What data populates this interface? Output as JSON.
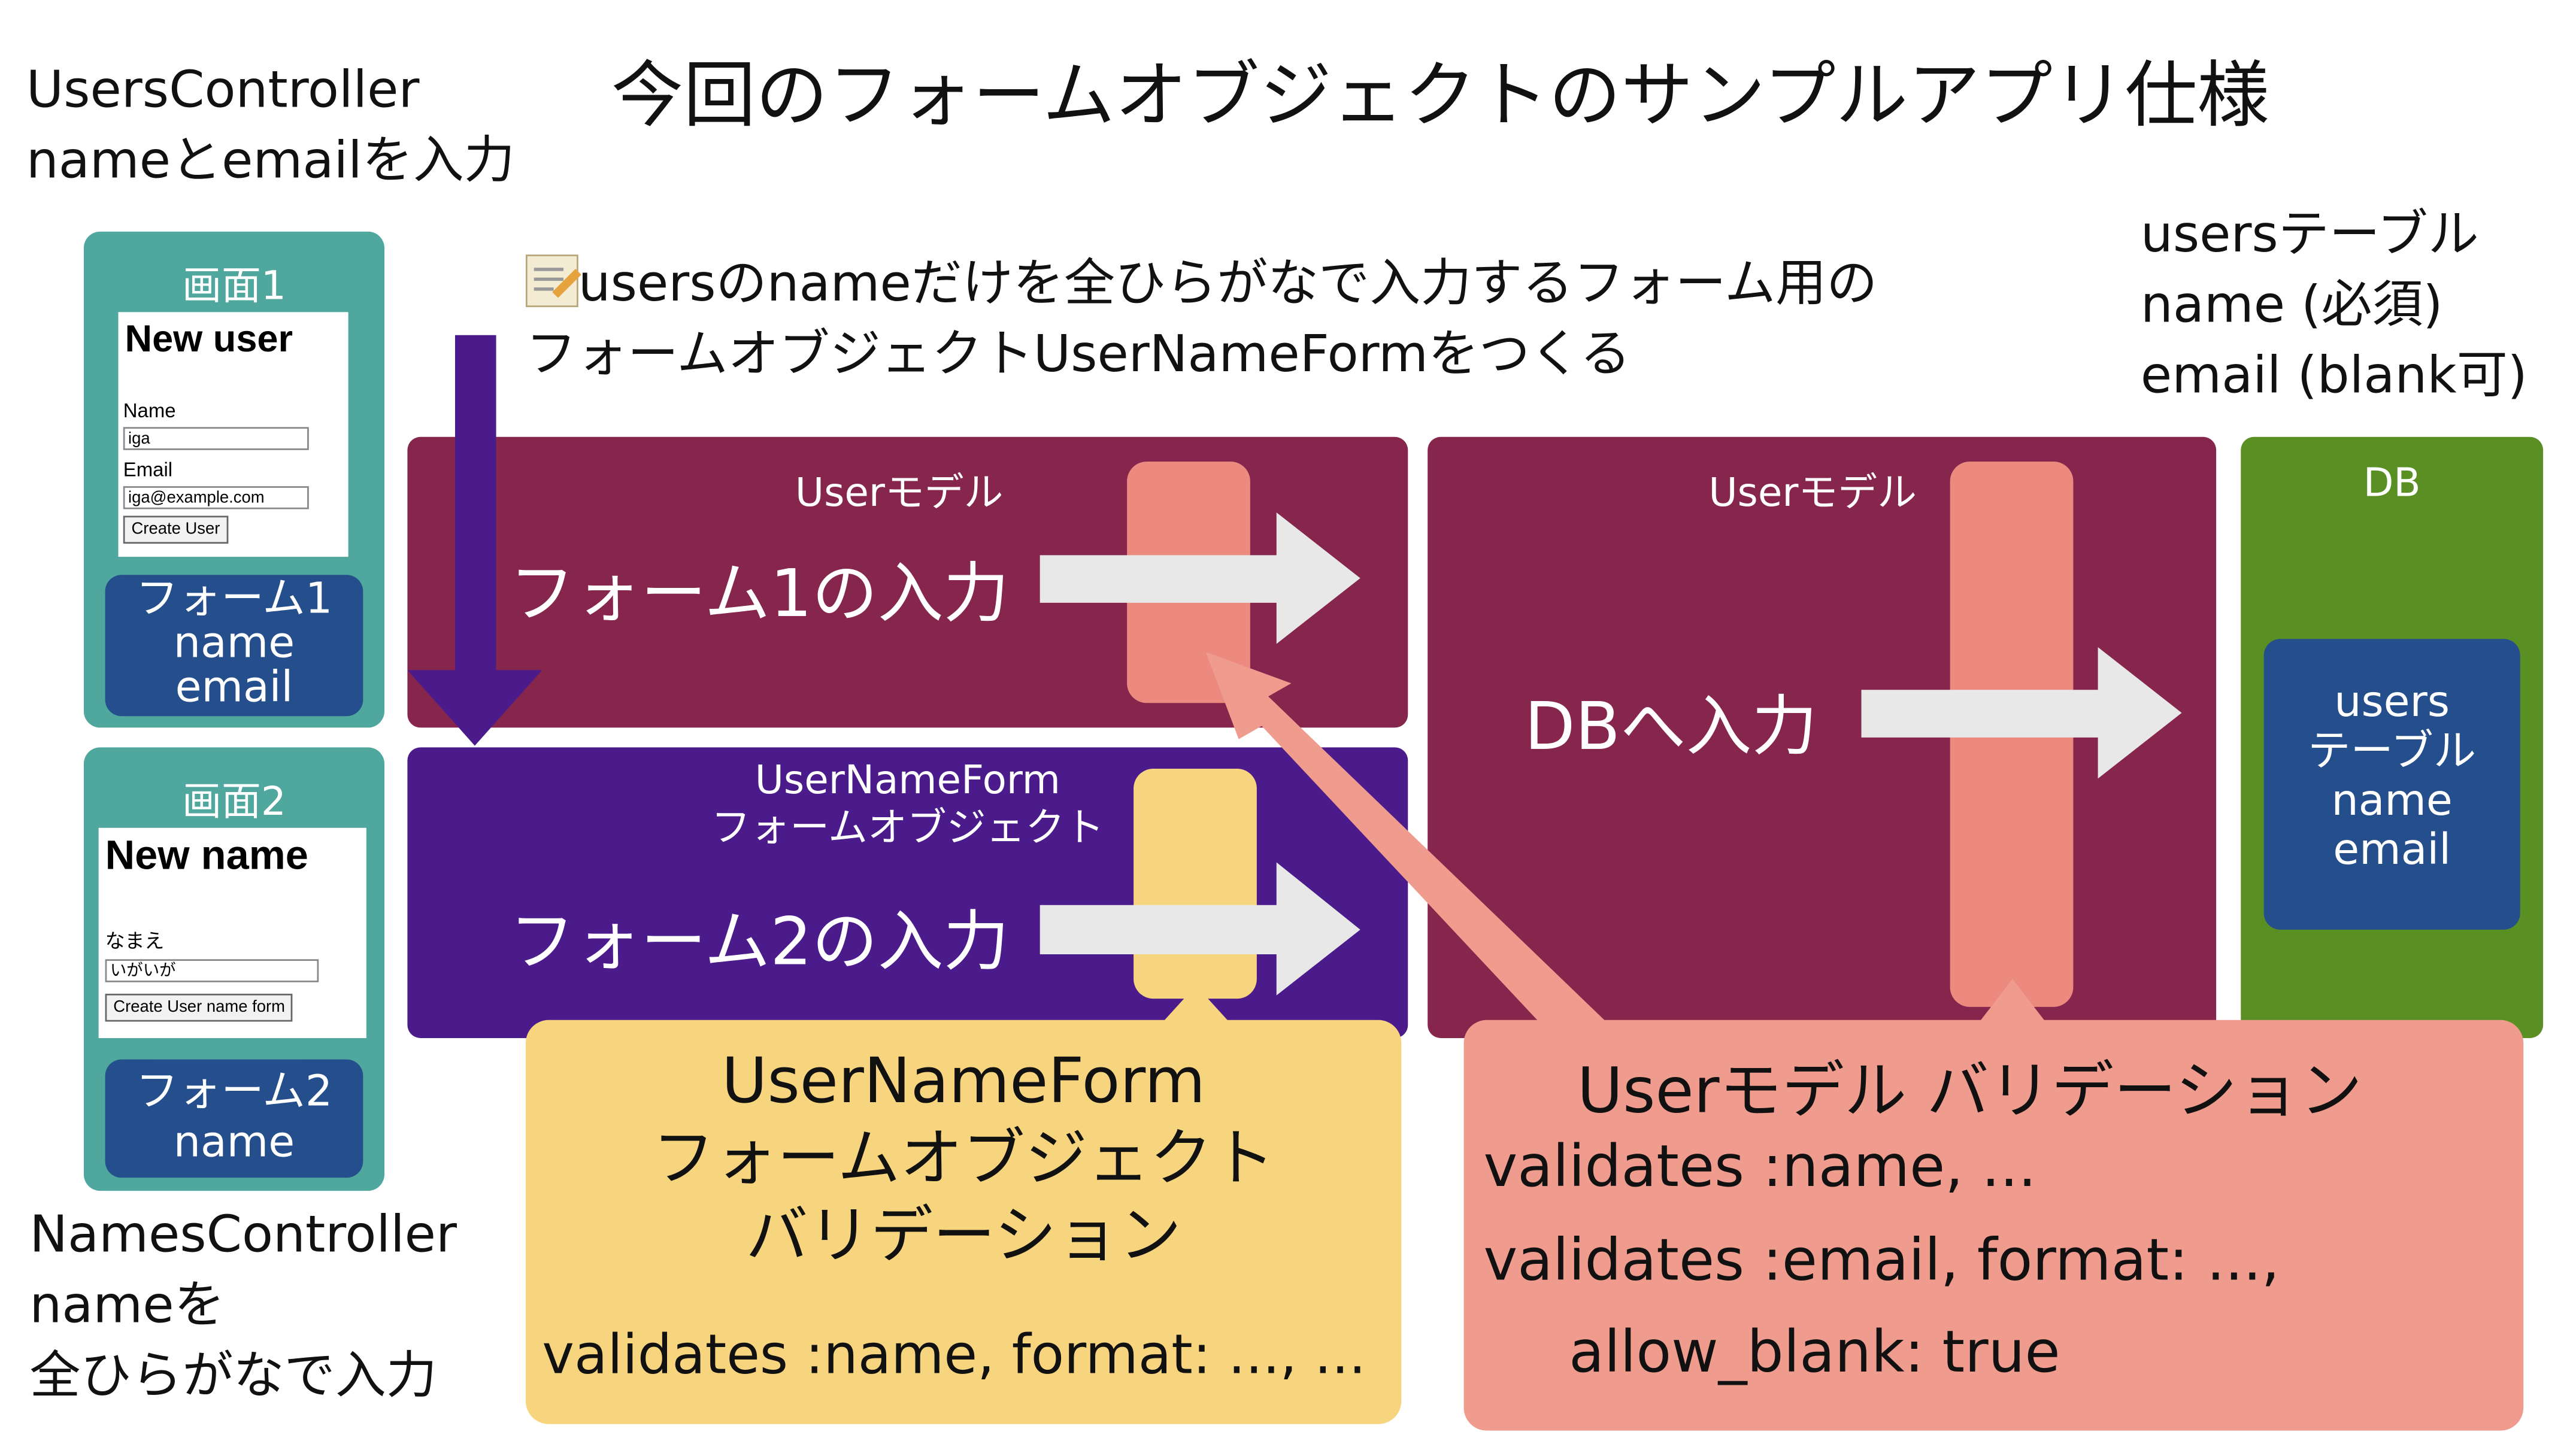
{
  "title": "今回のフォームオブジェクトのサンプルアプリ仕様",
  "users_controller": {
    "line1": "UsersController",
    "line2": "nameとemailを入力"
  },
  "names_controller": {
    "line1": "NamesController",
    "line2": "nameを",
    "line3": "全ひらがなで入力"
  },
  "note": {
    "icon": "memo-icon",
    "line1": "usersのnameだけを全ひらがなで入力するフォーム用の",
    "line2": "フォームオブジェクトUserNameFormをつくる"
  },
  "db_spec": {
    "line1": "usersテーブル",
    "line2": "name (必須)",
    "line3": "email (blank可)"
  },
  "screen1": {
    "header": "画面1",
    "heading": "New user",
    "name_label": "Name",
    "name_value": "iga",
    "email_label": "Email",
    "email_value": "iga@example.com",
    "button": "Create User",
    "form_lines": [
      "フォーム1",
      "name",
      "email"
    ]
  },
  "screen2": {
    "header": "画面2",
    "heading": "New name",
    "name_label": "なまえ",
    "name_value": "いがいが",
    "button": "Create User name form",
    "form_lines": [
      "フォーム2",
      "name"
    ]
  },
  "user_model_1": {
    "header": "Userモデル",
    "input_label": "フォーム1の入力"
  },
  "form_object": {
    "header1": "UserNameForm",
    "header2": "フォームオブジェクト",
    "input_label": "フォーム2の入力"
  },
  "user_model_2": {
    "header": "Userモデル",
    "input_label": "DBへ入力"
  },
  "db_panel": {
    "header": "DB",
    "table_lines": [
      "users",
      "テーブル",
      "name",
      "email"
    ]
  },
  "form_validation": {
    "line1": "UserNameForm",
    "line2": "フォームオブジェクト",
    "line3": "バリデーション",
    "code": "validates :name, format: ..., ..."
  },
  "model_validation": {
    "title": "Userモデル バリデーション",
    "code1": "validates :name, ...",
    "code2": "validates :email, format: ...,",
    "code3": "allow_blank: true"
  },
  "colors": {
    "screen": "#4fa79e",
    "form_box": "#244e8c",
    "model": "#87264d",
    "form_object": "#4b1b8c",
    "db": "#5a8f23",
    "yellow": "#f7d57e",
    "salmon": "#ef9c8f",
    "arrow": "#e8e8e8"
  }
}
